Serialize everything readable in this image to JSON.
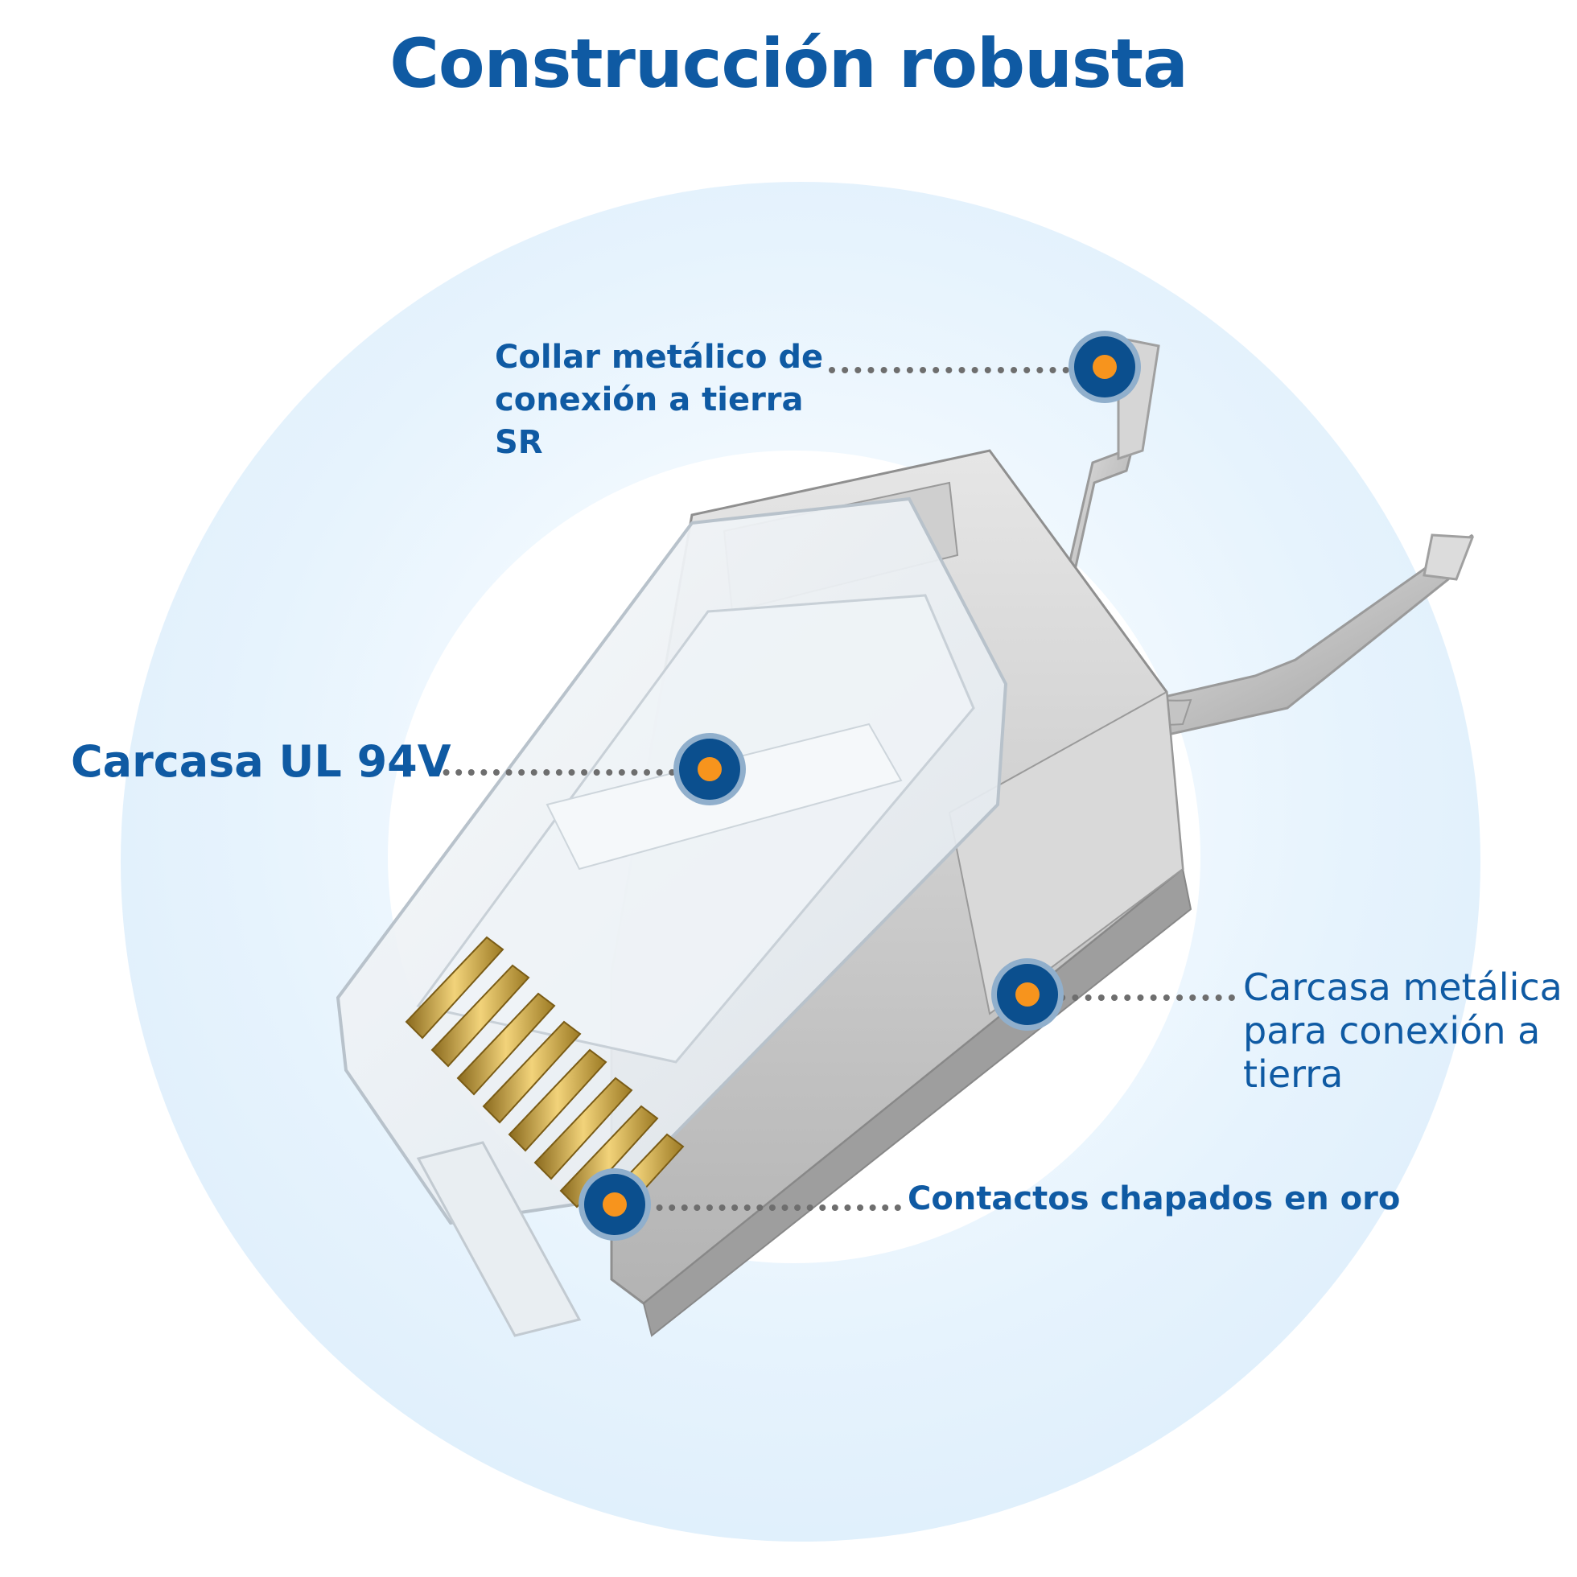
{
  "title": "Construcción robusta",
  "callouts": {
    "collar": "Collar metálico de\nconexión a tierra\nSR",
    "carcasa_ul": "Carcasa UL 94V",
    "metal_shell": "Carcasa metálica\npara conexión a\ntierra",
    "gold_contacts": "Contactos chapados en oro"
  },
  "colors": {
    "title": "#0f5aa3",
    "marker": "#0b4f8e",
    "marker_dot": "#f7941d",
    "ring": "#e6f3fd"
  }
}
